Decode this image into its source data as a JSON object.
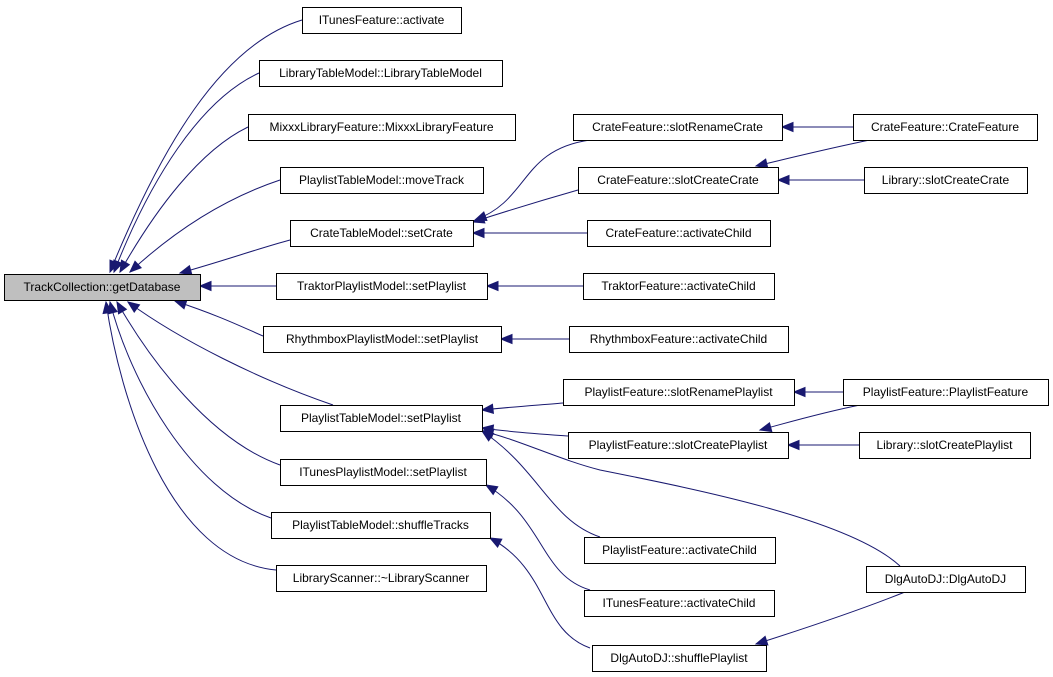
{
  "graph": {
    "edge_color": "#191970",
    "root_fill": "#bfbfbf",
    "nodes": [
      {
        "id": "getDatabase",
        "label": "TrackCollection::getDatabase",
        "root": true
      },
      {
        "id": "itunesActivate",
        "label": "ITunesFeature::activate"
      },
      {
        "id": "ltmCtor",
        "label": "LibraryTableModel::LibraryTableModel"
      },
      {
        "id": "mixxxCtor",
        "label": "MixxxLibraryFeature::MixxxLibraryFeature"
      },
      {
        "id": "ptmMoveTrack",
        "label": "PlaylistTableModel::moveTrack"
      },
      {
        "id": "ctmSetCrate",
        "label": "CrateTableModel::setCrate"
      },
      {
        "id": "tpmSetPlaylist",
        "label": "TraktorPlaylistModel::setPlaylist"
      },
      {
        "id": "rpmSetPlaylist",
        "label": "RhythmboxPlaylistModel::setPlaylist"
      },
      {
        "id": "ptmSetPlaylist",
        "label": "PlaylistTableModel::setPlaylist"
      },
      {
        "id": "ipmSetPlaylist",
        "label": "ITunesPlaylistModel::setPlaylist"
      },
      {
        "id": "ptmShuffle",
        "label": "PlaylistTableModel::shuffleTracks"
      },
      {
        "id": "scannerDtor",
        "label": "LibraryScanner::~LibraryScanner"
      },
      {
        "id": "cfRename",
        "label": "CrateFeature::slotRenameCrate"
      },
      {
        "id": "cfCreate",
        "label": "CrateFeature::slotCreateCrate"
      },
      {
        "id": "cfActivateChild",
        "label": "CrateFeature::activateChild"
      },
      {
        "id": "tfActivateChild",
        "label": "TraktorFeature::activateChild"
      },
      {
        "id": "rfActivateChild",
        "label": "RhythmboxFeature::activateChild"
      },
      {
        "id": "pfRename",
        "label": "PlaylistFeature::slotRenamePlaylist"
      },
      {
        "id": "pfCreate",
        "label": "PlaylistFeature::slotCreatePlaylist"
      },
      {
        "id": "pfActivateChild",
        "label": "PlaylistFeature::activateChild"
      },
      {
        "id": "ifActivateChild",
        "label": "ITunesFeature::activateChild"
      },
      {
        "id": "djShuffle",
        "label": "DlgAutoDJ::shufflePlaylist"
      },
      {
        "id": "cfCtor",
        "label": "CrateFeature::CrateFeature"
      },
      {
        "id": "libCreateCrate",
        "label": "Library::slotCreateCrate"
      },
      {
        "id": "pfCtor",
        "label": "PlaylistFeature::PlaylistFeature"
      },
      {
        "id": "libCreatePlaylist",
        "label": "Library::slotCreatePlaylist"
      },
      {
        "id": "djCtor",
        "label": "DlgAutoDJ::DlgAutoDJ"
      }
    ],
    "edges": [
      {
        "from": "itunesActivate",
        "to": "getDatabase"
      },
      {
        "from": "ltmCtor",
        "to": "getDatabase"
      },
      {
        "from": "mixxxCtor",
        "to": "getDatabase"
      },
      {
        "from": "ptmMoveTrack",
        "to": "getDatabase"
      },
      {
        "from": "ctmSetCrate",
        "to": "getDatabase"
      },
      {
        "from": "tpmSetPlaylist",
        "to": "getDatabase"
      },
      {
        "from": "rpmSetPlaylist",
        "to": "getDatabase"
      },
      {
        "from": "ptmSetPlaylist",
        "to": "getDatabase"
      },
      {
        "from": "ipmSetPlaylist",
        "to": "getDatabase"
      },
      {
        "from": "ptmShuffle",
        "to": "getDatabase"
      },
      {
        "from": "scannerDtor",
        "to": "getDatabase"
      },
      {
        "from": "cfRename",
        "to": "ctmSetCrate"
      },
      {
        "from": "cfCreate",
        "to": "ctmSetCrate"
      },
      {
        "from": "cfActivateChild",
        "to": "ctmSetCrate"
      },
      {
        "from": "tfActivateChild",
        "to": "tpmSetPlaylist"
      },
      {
        "from": "rfActivateChild",
        "to": "rpmSetPlaylist"
      },
      {
        "from": "pfRename",
        "to": "ptmSetPlaylist"
      },
      {
        "from": "pfCreate",
        "to": "ptmSetPlaylist"
      },
      {
        "from": "pfActivateChild",
        "to": "ptmSetPlaylist"
      },
      {
        "from": "djCtor",
        "to": "ptmSetPlaylist"
      },
      {
        "from": "ifActivateChild",
        "to": "ipmSetPlaylist"
      },
      {
        "from": "djShuffle",
        "to": "ptmShuffle"
      },
      {
        "from": "cfCtor",
        "to": "cfRename"
      },
      {
        "from": "cfCtor",
        "to": "cfCreate"
      },
      {
        "from": "libCreateCrate",
        "to": "cfCreate"
      },
      {
        "from": "pfCtor",
        "to": "pfRename"
      },
      {
        "from": "pfCtor",
        "to": "pfCreate"
      },
      {
        "from": "libCreatePlaylist",
        "to": "pfCreate"
      },
      {
        "from": "djCtor",
        "to": "djShuffle"
      }
    ]
  }
}
